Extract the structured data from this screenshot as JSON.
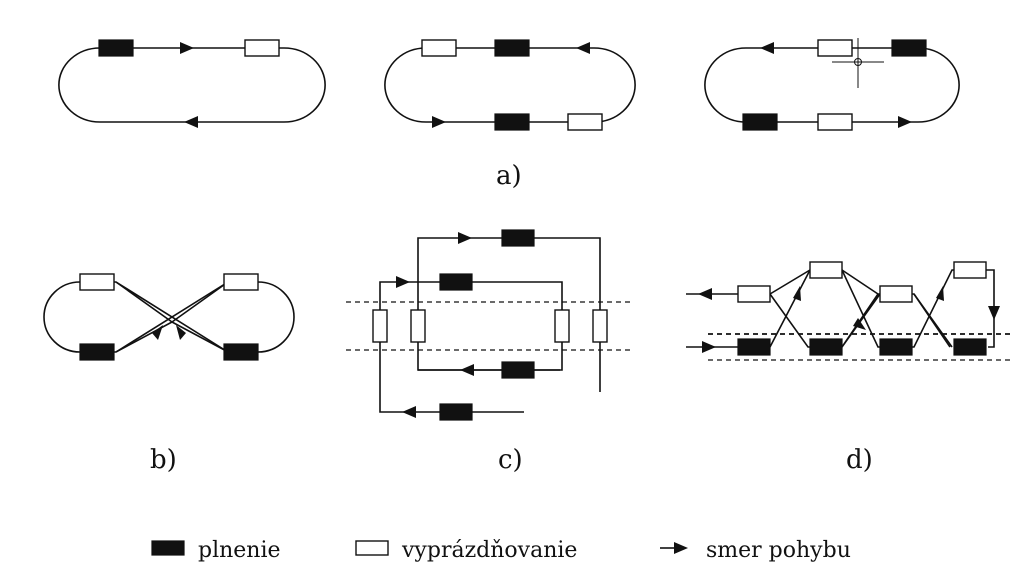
{
  "panel_labels": {
    "a": "a)",
    "b": "b)",
    "c": "c)",
    "d": "d)"
  },
  "legend": {
    "filled": "plnenie",
    "empty": "vyprázdňovanie",
    "arrow": "smer pohybu"
  },
  "colors": {
    "ink": "#111111",
    "background": "#ffffff"
  }
}
